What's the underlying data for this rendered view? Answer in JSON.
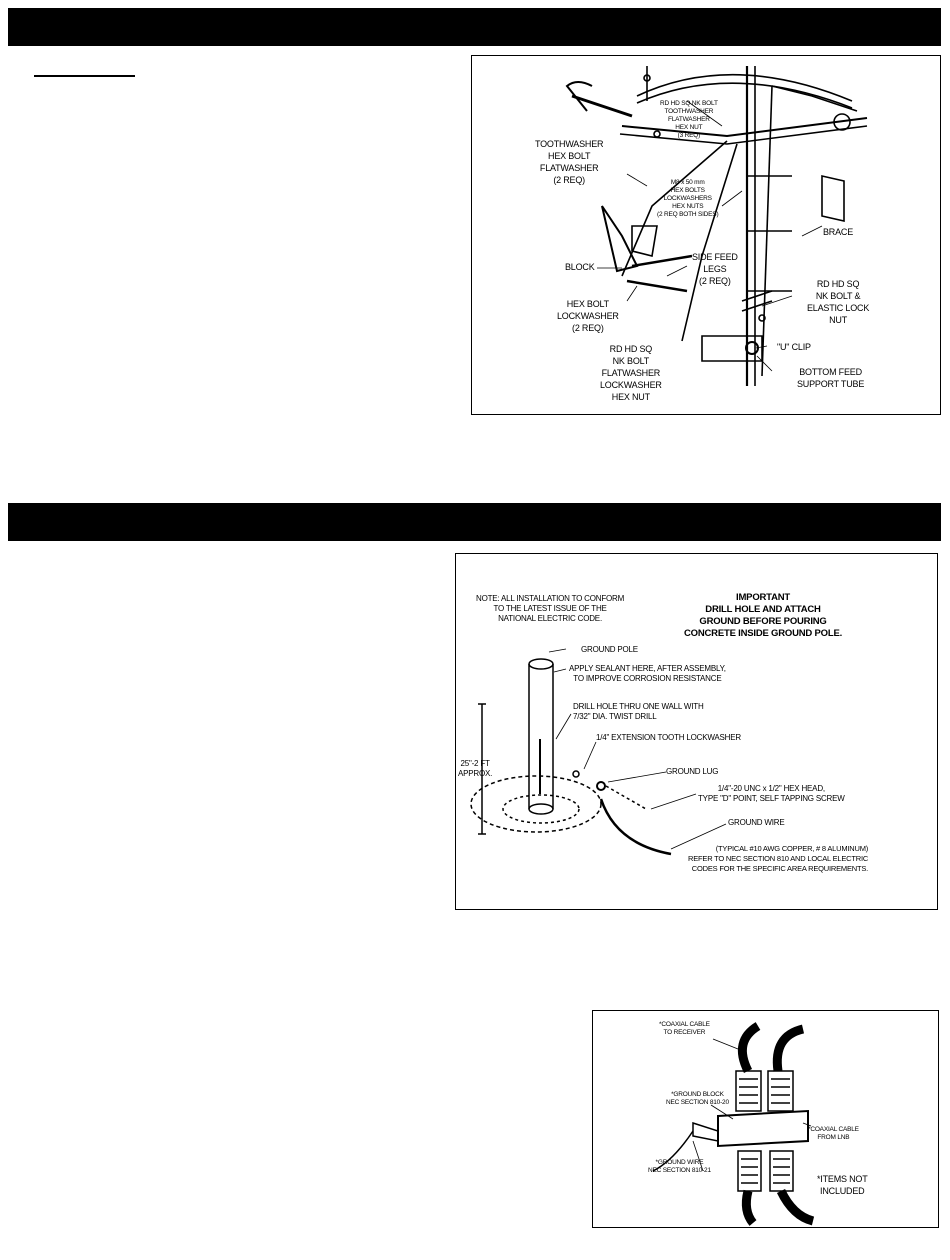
{
  "figure1": {
    "label_rd_hd_sq_nk_bolt_top": "RD HD SQ NK BOLT\nTOOTHWASHER\nFLATWASHER\nHEX NUT\n(3 REQ)",
    "label_toothwasher": "TOOTHWASHER\nHEX BOLT\nFLATWASHER\n(2 REQ)",
    "label_m8_bolts": "M8 x 50 mm\nHEX BOLTS\nLOCKWASHERS\nHEX NUTS\n(2 REQ BOTH SIDES)",
    "label_brace": "BRACE",
    "label_block": "BLOCK",
    "label_side_feed_legs": "SIDE FEED\nLEGS\n(2 REQ)",
    "label_rd_hd_sq_elastic": "RD HD SQ\nNK BOLT &\nELASTIC LOCK\nNUT",
    "label_hex_bolt_lockwasher": "HEX BOLT\nLOCKWASHER\n(2 REQ)",
    "label_rd_hd_sq_bottom": "RD HD SQ\nNK BOLT\nFLATWASHER\nLOCKWASHER\nHEX NUT",
    "label_u_clip": "\"U\" CLIP",
    "label_bottom_feed": "BOTTOM FEED\nSUPPORT TUBE"
  },
  "figure2": {
    "note": "NOTE: ALL INSTALLATION TO CONFORM\nTO THE LATEST ISSUE OF THE\nNATIONAL ELECTRIC CODE.",
    "important": "IMPORTANT\nDRILL HOLE AND ATTACH\nGROUND BEFORE POURING\nCONCRETE INSIDE GROUND POLE.",
    "ground_pole": "GROUND POLE",
    "apply_sealant": "APPLY SEALANT HERE, AFTER ASSEMBLY,\nTO IMPROVE CORROSION RESISTANCE",
    "drill_hole": "DRILL HOLE THRU ONE WALL WITH\n7/32\" DIA. TWIST DRILL",
    "extension_washer": "1/4\" EXTENSION TOOTH LOCKWASHER",
    "ground_lug": "GROUND LUG",
    "hex_head_screw": "1/4\"-20 UNC x 1/2\" HEX HEAD,\nTYPE \"D\" POINT, SELF TAPPING SCREW",
    "dimension": "25\"-2 FT\nAPPROX.",
    "ground_wire": "GROUND WIRE",
    "typical_wire": "(TYPICAL #10 AWG COPPER, # 8 ALUMINUM)\nREFER TO NEC SECTION 810 AND LOCAL ELECTRIC\nCODES FOR THE SPECIFIC AREA REQUIREMENTS."
  },
  "figure3": {
    "coax_to_receiver": "*COAXIAL CABLE\nTO RECEIVER",
    "ground_block": "*GROUND BLOCK\nNEC SECTION 810-20",
    "coax_from_lnb": "*COAXIAL CABLE\nFROM LNB",
    "ground_wire_nec": "*GROUND WIRE\nNEC SECTION 810-21",
    "items_not_included": "*ITEMS NOT\nINCLUDED"
  }
}
